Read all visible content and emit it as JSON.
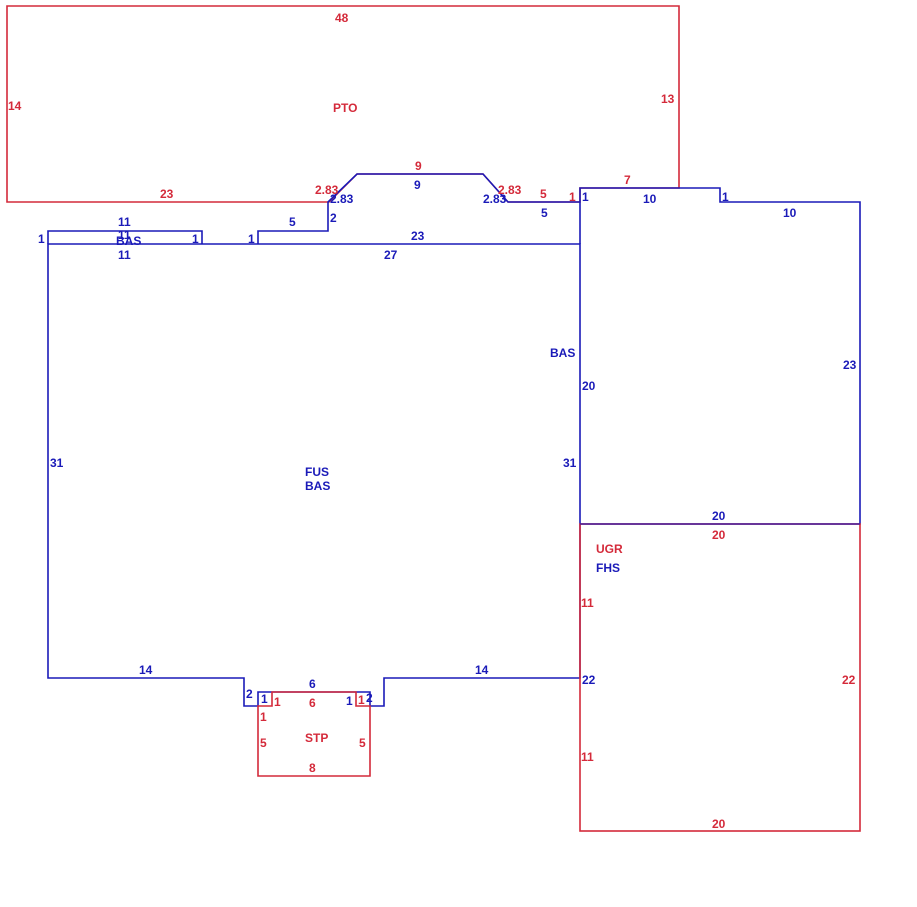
{
  "colors": {
    "blue": "#1a1ab8",
    "red": "#d42a3a"
  },
  "areas": {
    "pto": "PTO",
    "bas_small": "BAS",
    "fus": "FUS",
    "bas_main": "BAS",
    "bas_right": "BAS",
    "ugr": "UGR",
    "fhs": "FHS",
    "stp": "STP"
  },
  "dims": {
    "pto_top": "48",
    "pto_left": "14",
    "pto_right": "13",
    "pto_bottom_left": "23",
    "pto_diag_left": "2.83",
    "pto_notch_top": "9",
    "pto_diag_right": "2.83",
    "pto_step": "5",
    "pto_step_rise": "1",
    "pto_bottom_right": "7",
    "bas_diag_left": "2.83",
    "bas_notch": "9",
    "bas_diag_right": "2.83",
    "bas_notch_drop_left": "2",
    "bas_ledge_left": "5",
    "bas_ledge_right": "5",
    "bas_step_rise_left": "1",
    "bas_right_top": "10",
    "bas_step_rise_right": "1",
    "bas_right_top2": "10",
    "bas_right_side": "23",
    "small_top": "11",
    "small_mid": "11",
    "small_bottom": "11",
    "small_left": "1",
    "small_right": "1",
    "main_rise": "1",
    "main_top": "23",
    "main_top_inner": "27",
    "main_left": "31",
    "main_right": "31",
    "inner_right": "20",
    "bottom_left": "14",
    "bottom_right": "14",
    "stoop_drop_left": "2",
    "stoop_step_left": "1",
    "stoop_top": "6",
    "stoop_step_right": "1",
    "stoop_drop_right": "2",
    "stp_rise_left": "1",
    "stp_top": "6",
    "stp_rise_right": "1",
    "stp_left": "5",
    "stp_right": "5",
    "stp_bottom": "8",
    "stp_drop": "1",
    "ugr_top_blue": "20",
    "ugr_top_red": "20",
    "ugr_left_upper": "11",
    "ugr_left_blue": "22",
    "ugr_left_lower": "11",
    "ugr_right": "22",
    "ugr_bottom": "20"
  }
}
